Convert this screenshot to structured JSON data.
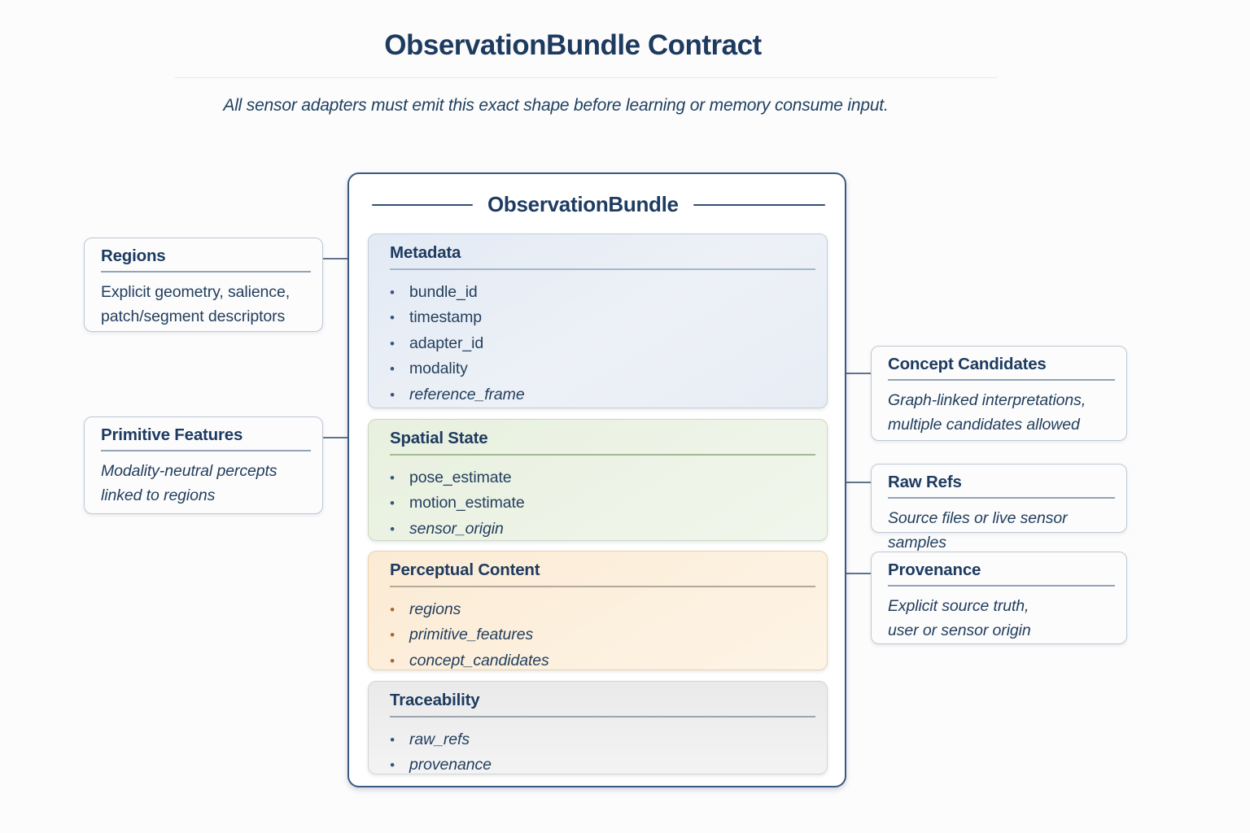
{
  "header": {
    "title": "ObservationBundle Contract",
    "subtitle": "All sensor adapters must emit this exact shape before learning or memory consume input."
  },
  "bundle": {
    "title": "ObservationBundle",
    "sections": [
      {
        "title": "Metadata",
        "items": [
          "bundle_id",
          "timestamp",
          "adapter_id",
          "modality",
          "reference_frame"
        ]
      },
      {
        "title": "Spatial State",
        "items": [
          "pose_estimate",
          "motion_estimate",
          "sensor_origin"
        ]
      },
      {
        "title": "Perceptual Content",
        "items": [
          "regions",
          "primitive_features",
          "concept_candidates"
        ]
      },
      {
        "title": "Traceability",
        "items": [
          "raw_refs",
          "provenance"
        ]
      }
    ]
  },
  "left_boxes": [
    {
      "title": "Regions",
      "body": "Explicit geometry, salience,\npatch/segment descriptors"
    },
    {
      "title": "Primitive Features",
      "body": "Modality-neutral percepts\nlinked to regions"
    }
  ],
  "right_boxes": [
    {
      "title": "Concept Candidates",
      "body": "Graph-linked interpretations,\nmultiple candidates allowed"
    },
    {
      "title": "Raw Refs",
      "body": "Source files or live sensor samples"
    },
    {
      "title": "Provenance",
      "body": "Explicit source truth,\nuser or sensor origin"
    }
  ],
  "glyphs": {
    "bullet": "•"
  },
  "colors": {
    "title_navy": "#1d3a5f",
    "bundle_border": "#3a5a7f",
    "connector": "#617389",
    "metadata_bg": "#e8edf5",
    "spatial_bg": "#ecf3e4",
    "perceptual_bg": "#fcefdc",
    "traceability_bg": "#ededee",
    "perceptual_bullet": "#a9682c"
  }
}
